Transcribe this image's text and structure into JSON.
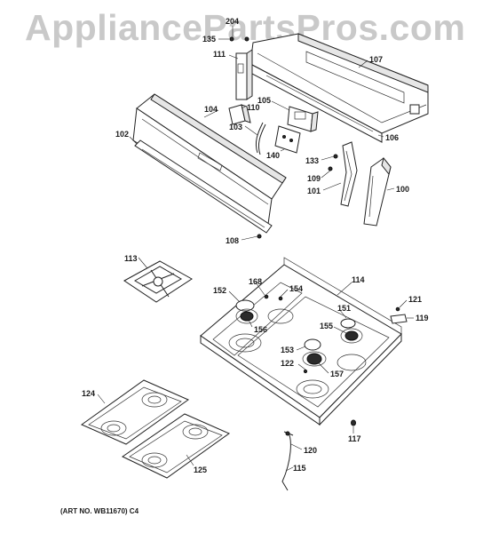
{
  "watermark": "AppliancePartsPros.com",
  "art_number": "(ART NO. WB11670) C4",
  "labels": {
    "l204": "204",
    "l135": "135",
    "l111": "111",
    "l107": "107",
    "l105": "105",
    "l110": "110",
    "l104": "104",
    "l103": "103",
    "l102": "102",
    "l106": "106",
    "l140": "140",
    "l133": "133",
    "l109": "109",
    "l101": "101",
    "l100": "100",
    "l108": "108",
    "l113": "113",
    "l114": "114",
    "l168": "168",
    "l152": "152",
    "l154": "154",
    "l121": "121",
    "l156": "156",
    "l151": "151",
    "l119": "119",
    "l155": "155",
    "l153": "153",
    "l122": "122",
    "l157": "157",
    "l124": "124",
    "l117": "117",
    "l120": "120",
    "l125": "125",
    "l115": "115"
  }
}
